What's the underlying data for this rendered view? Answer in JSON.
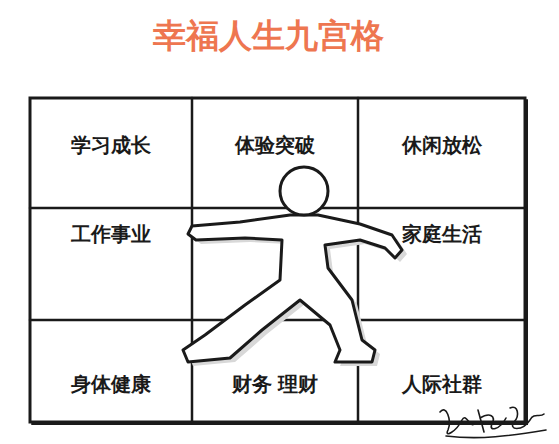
{
  "diagram": {
    "title": "幸福人生九宫格",
    "nodes": [
      {
        "text": [
          "学习成长"
        ]
      },
      {
        "text": [
          "体验突破"
        ]
      },
      {
        "text": [
          "休闲放松"
        ]
      },
      {
        "text": [
          "工作事业"
        ]
      },
      {
        "text": [
          "家庭生活"
        ]
      },
      {
        "text": [
          "身体健康"
        ]
      },
      {
        "text": [
          "财务 理财"
        ]
      },
      {
        "text": [
          "人际社群"
        ]
      }
    ]
  }
}
